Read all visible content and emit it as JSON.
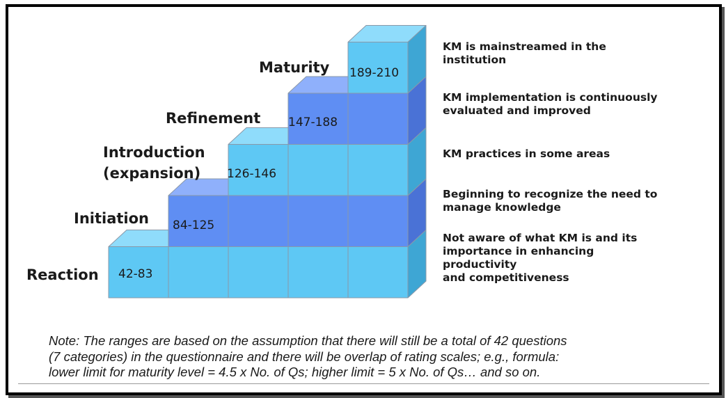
{
  "diagram": {
    "stages": [
      {
        "name": "Reaction",
        "range": "42-83"
      },
      {
        "name": "Initiation",
        "range": "84-125"
      },
      {
        "name": "Introduction\n(expansion)",
        "range": "126-146"
      },
      {
        "name": "Refinement",
        "range": "147-188"
      },
      {
        "name": "Maturity",
        "range": "189-210"
      }
    ],
    "descriptions": [
      "KM is mainstreamed in the\ninstitution",
      "KM implementation is continuously\nevaluated and improved",
      "KM practices in some areas",
      "Beginning to recognize the need to\nmanage knowledge",
      "Not aware of what KM is and its\nimportance in enhancing\nproductivity\nand competitiveness"
    ],
    "note_lines": [
      "Note: The ranges are based on the assumption that there will still be a total of 42 questions",
      "(7 categories) in the questionnaire and there will be overlap of rating scales; e.g., formula:",
      "lower limit for maturity level = 4.5 x No. of Qs; higher limit = 5 x No. of Qs… and so on."
    ],
    "colors": {
      "light_front": "#5ec8f4",
      "light_top": "#8fdcfb",
      "light_side": "#3ea6d4",
      "dark_front": "#5f8ef3",
      "dark_top": "#8fb0fb",
      "dark_side": "#4a72d6",
      "edge": "#8a98a8"
    }
  }
}
